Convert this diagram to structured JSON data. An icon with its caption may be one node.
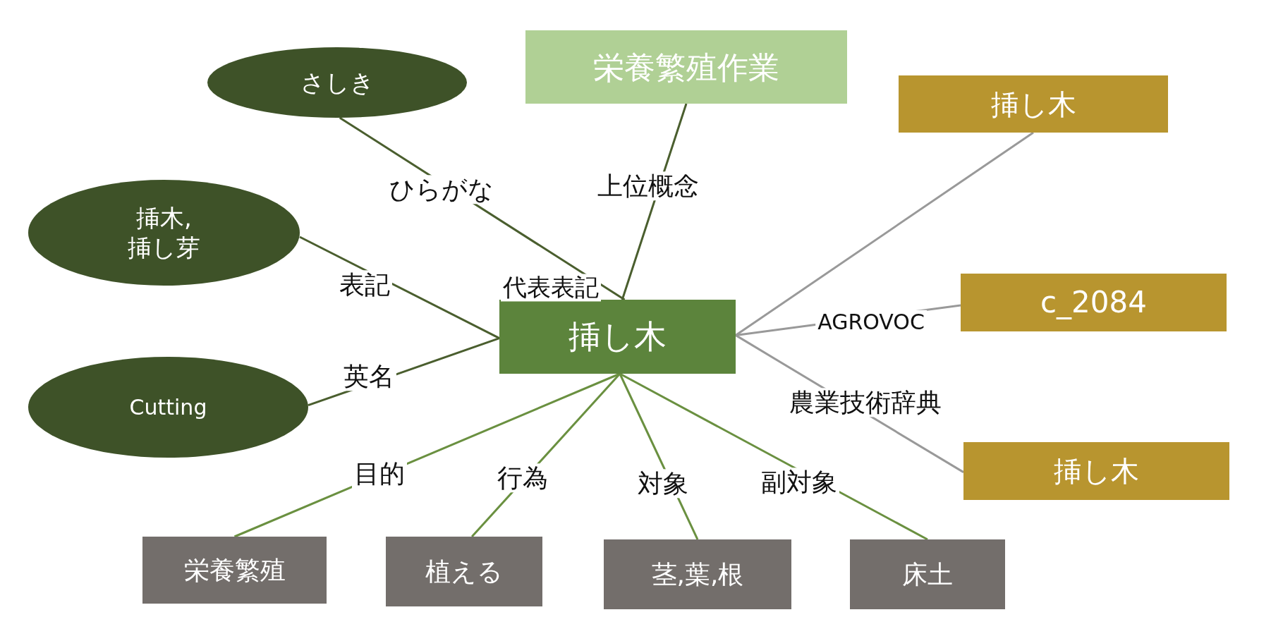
{
  "diagram": {
    "nodes": [
      {
        "text": [
          "栄養繁殖作業"
        ]
      },
      {
        "text": [
          "さしき"
        ]
      },
      {
        "text": [
          "挿木, 挿し芽"
        ]
      },
      {
        "text": [
          "Cutting"
        ]
      },
      {
        "text": [
          "挿し木"
        ],
        "beside": [
          "代表表記"
        ]
      },
      {
        "text": [
          "挿し木"
        ]
      },
      {
        "text": [
          "c_2084"
        ]
      },
      {
        "text": [
          "挿し木"
        ]
      },
      {
        "text": [
          "栄養繁殖"
        ]
      },
      {
        "text": [
          "植える"
        ]
      },
      {
        "text": [
          "茎,葉,根"
        ]
      },
      {
        "text": [
          "床土"
        ]
      }
    ],
    "edges": [
      {
        "from": 4,
        "to": 1,
        "arrow": "none",
        "label": "ひらがな"
      },
      {
        "from": 4,
        "to": 0,
        "arrow": "none",
        "label": "上位概念"
      },
      {
        "from": 4,
        "to": 2,
        "arrow": "none",
        "label": "表記"
      },
      {
        "from": 4,
        "to": 3,
        "arrow": "none",
        "label": "英名"
      },
      {
        "from": 4,
        "to": 5,
        "arrow": "none",
        "color": "#999999"
      },
      {
        "from": 4,
        "to": 6,
        "arrow": "none",
        "label": "AGROVOC",
        "color": "#999999"
      },
      {
        "from": 4,
        "to": 7,
        "arrow": "none",
        "label": "農業技術辞典",
        "color": "#999999"
      },
      {
        "from": 4,
        "to": 8,
        "arrow": "none",
        "label": "目的",
        "color": "#6a9040"
      },
      {
        "from": 4,
        "to": 9,
        "arrow": "none",
        "label": "行為",
        "color": "#6a9040"
      },
      {
        "from": 4,
        "to": 10,
        "arrow": "none",
        "label": "対象",
        "color": "#6a9040"
      },
      {
        "from": 4,
        "to": 11,
        "arrow": "none",
        "label": "副対象",
        "color": "#6a9040"
      }
    ]
  }
}
